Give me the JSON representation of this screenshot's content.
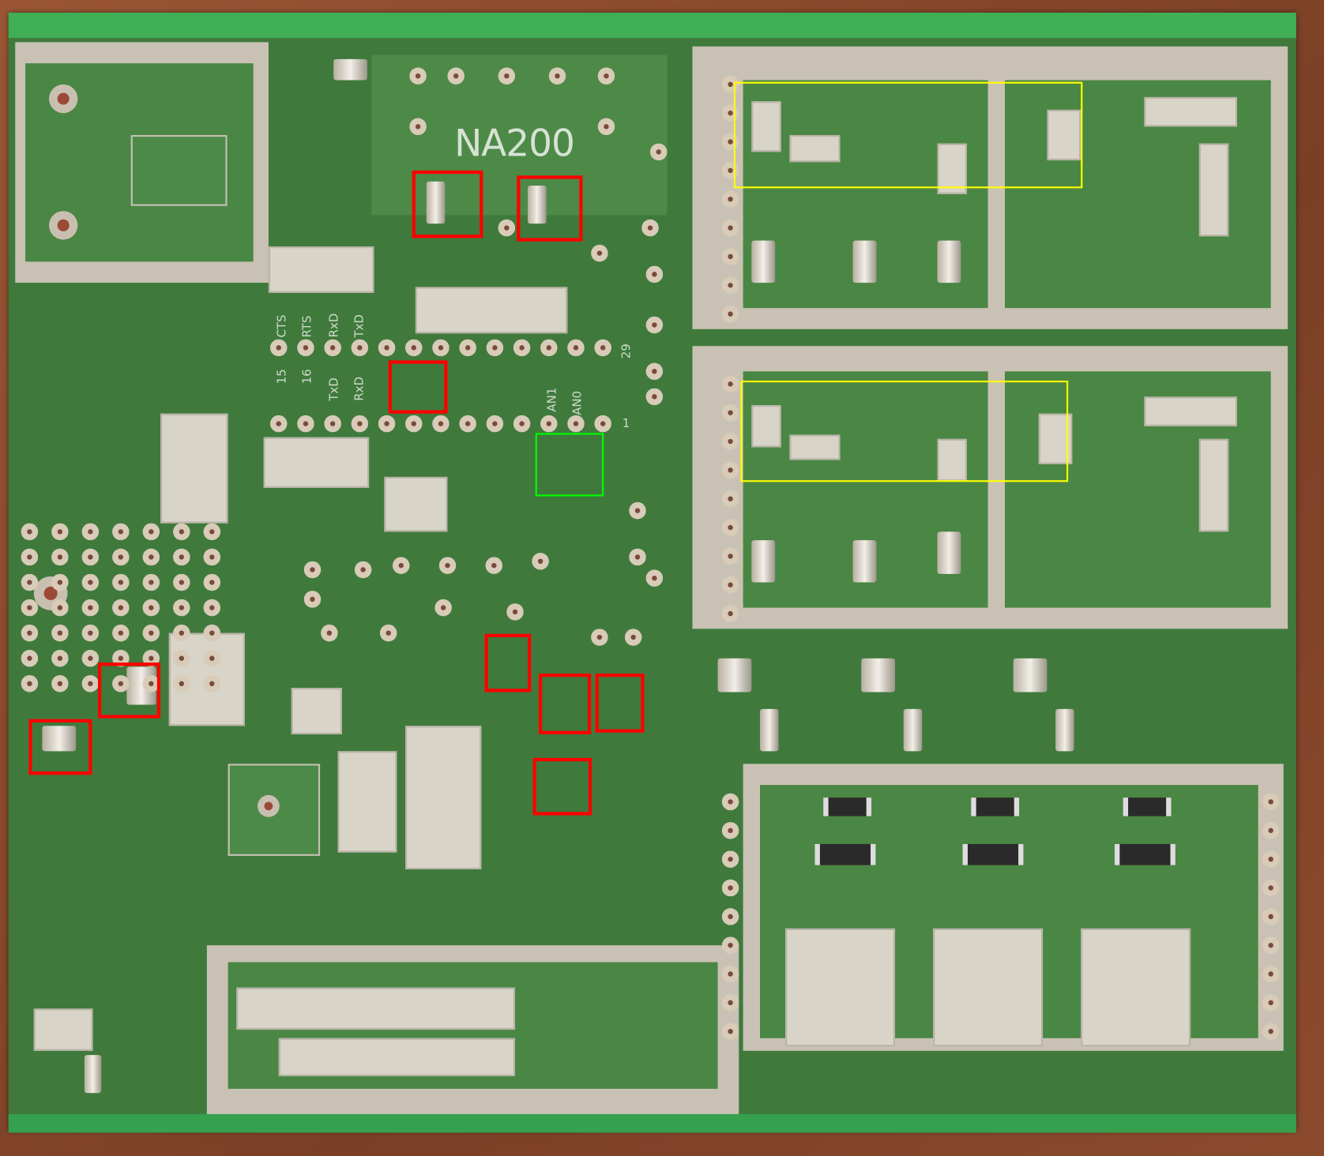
{
  "board": {
    "label": "NA200",
    "pin_labels_top": [
      "CTS",
      "RTS",
      "RxD",
      "TxD"
    ],
    "pin_labels_bottom": [
      "15",
      "16",
      "TxD",
      "RxD"
    ],
    "analog_labels": [
      "AN1",
      "AN0"
    ],
    "pin_number_top": "29",
    "pin_number_bottom": "1"
  },
  "annotations": {
    "red_box_count": 9,
    "green_box_count": 1,
    "yellow_box_count": 2,
    "colors": {
      "red": "#ff0000",
      "green": "#00ff00",
      "yellow": "#ffff00"
    }
  }
}
